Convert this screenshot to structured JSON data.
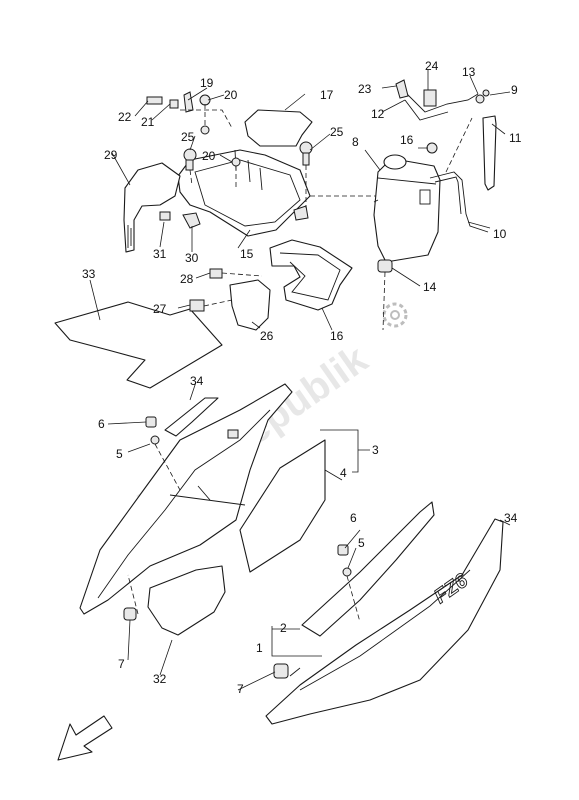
{
  "diagram": {
    "watermark": "PartsRepublik",
    "decal_text": "FZ6",
    "callouts": {
      "c1": "1",
      "c2": "2",
      "c3": "3",
      "c4": "4",
      "c5a": "5",
      "c5b": "5",
      "c6a": "6",
      "c6b": "6",
      "c7a": "7",
      "c7b": "7",
      "c8": "8",
      "c9": "9",
      "c10": "10",
      "c11": "11",
      "c12": "12",
      "c13": "13",
      "c14": "14",
      "c15": "15",
      "c16a": "16",
      "c16b": "16",
      "c17": "17",
      "c19": "19",
      "c20a": "20",
      "c20b": "20",
      "c21": "21",
      "c22": "22",
      "c23": "23",
      "c24": "24",
      "c25a": "25",
      "c25b": "25",
      "c26": "26",
      "c27": "27",
      "c28": "28",
      "c29": "29",
      "c30": "30",
      "c31": "31",
      "c32": "32",
      "c33": "33",
      "c34a": "34",
      "c34b": "34"
    },
    "icons": [
      "gear-icon",
      "direction-arrow-icon"
    ]
  }
}
